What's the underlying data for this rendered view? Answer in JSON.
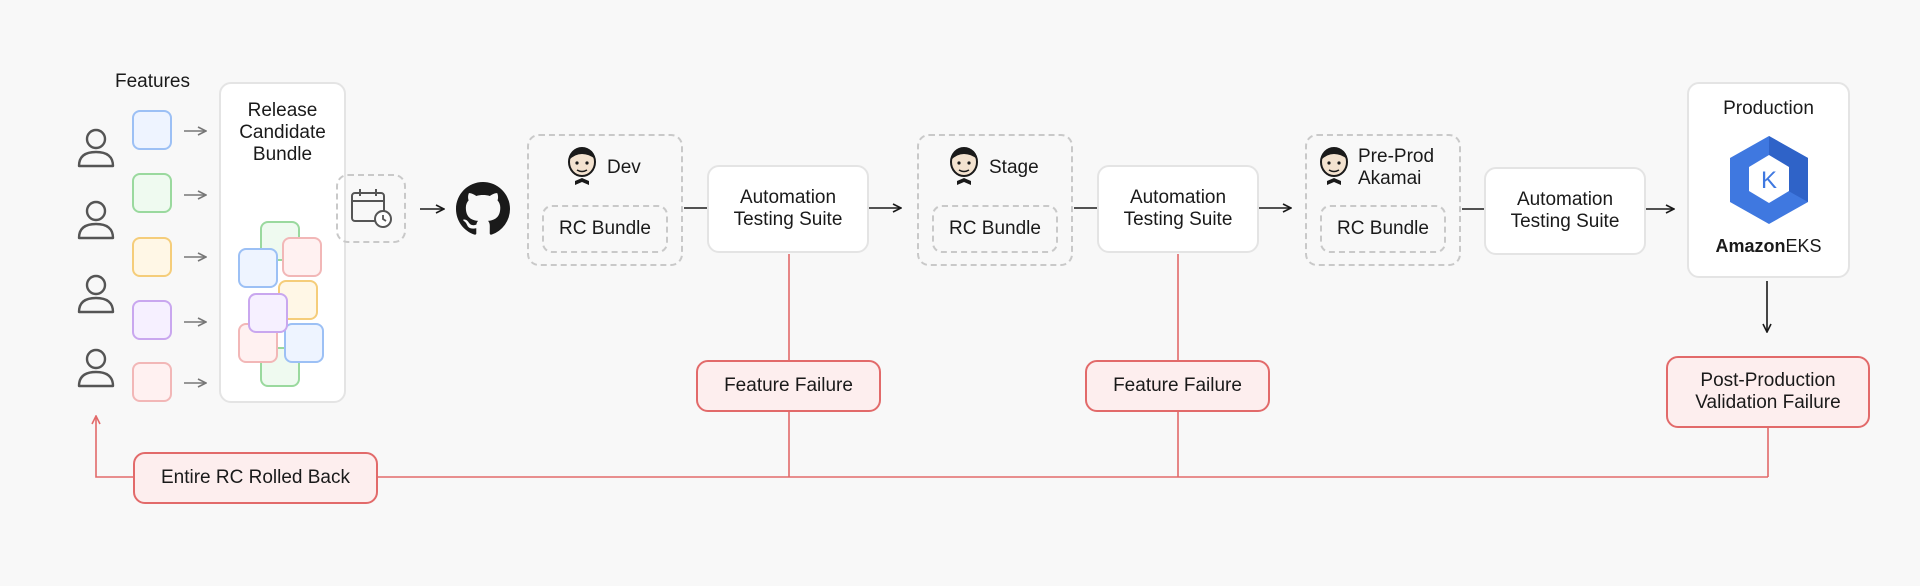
{
  "features": {
    "title": "Features",
    "items": [
      {
        "border": "#9cc0f5",
        "fill": "#eef4ff"
      },
      {
        "border": "#9ad99e",
        "fill": "#effaf0"
      },
      {
        "border": "#f5cd7a",
        "fill": "#fff7e6"
      },
      {
        "border": "#c9a7ef",
        "fill": "#f6f0ff"
      },
      {
        "border": "#f2b7b7",
        "fill": "#fff1f1"
      }
    ]
  },
  "release_bundle": {
    "title": "Release Candidate Bundle"
  },
  "stages": [
    {
      "name": "Dev",
      "bundle": "RC Bundle"
    },
    {
      "name": "Stage",
      "bundle": "RC Bundle"
    },
    {
      "name": "Pre-Prod Akamai",
      "bundle": "RC Bundle"
    }
  ],
  "automation_label": "Automation Testing Suite",
  "production": {
    "title": "Production",
    "brand_prefix": "Amazon",
    "brand_suffix": "EKS",
    "badge_letter": "K"
  },
  "failures": {
    "feature_failure": "Feature Failure",
    "post_production": "Post-Production Validation Failure",
    "rollback": "Entire RC Rolled Back"
  },
  "colors": {
    "accent_red": "#e26a6a",
    "eks_blue": "#3f78e0"
  },
  "icons": [
    "person-icon",
    "calendar-clock-icon",
    "github-icon",
    "jenkins-icon",
    "amazon-eks-icon"
  ]
}
